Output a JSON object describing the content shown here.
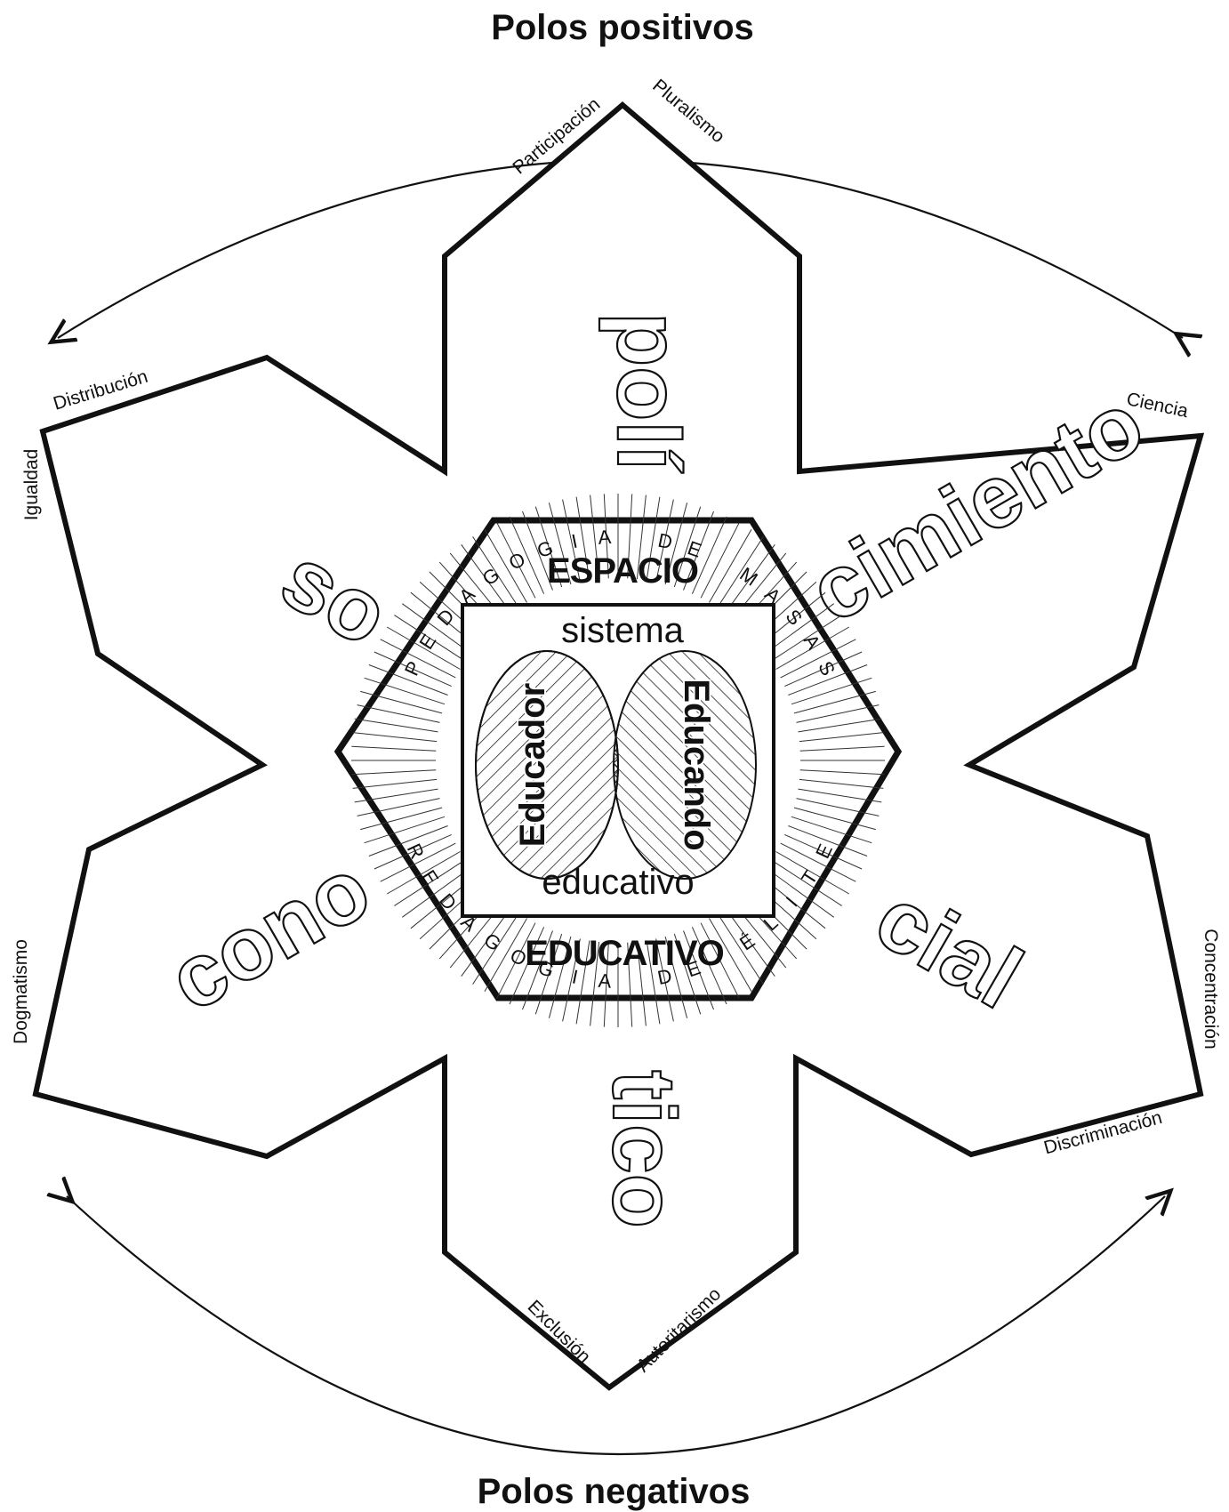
{
  "title_top": "Polos positivos",
  "title_bottom": "Polos negativos",
  "poles": {
    "participacion": "Participación",
    "pluralismo": "Pluralismo",
    "distribucion": "Distribución",
    "igualdad": "Igualdad",
    "ciencia": "Ciencia",
    "dogmatismo": "Dogmatismo",
    "concentracion": "Concentración",
    "discriminacion": "Discriminación",
    "exclusion": "Exclusión",
    "autoritarismo": "Autoritarismo"
  },
  "arm_words": {
    "poli": "polí",
    "tico": "tico",
    "so": "so",
    "cial": "cial",
    "cono": "cono",
    "cimiento": "cimiento"
  },
  "core": {
    "espacio": "ESPACIO",
    "educativo_upper": "EDUCATIVO",
    "sistema": "sistema",
    "educativo_lower": "educativo",
    "educador": "Educador",
    "educando": "Educando",
    "ring_top": "PEDAGOGIA DE MASAS",
    "ring_bottom": "REDAGOGIA DE ÉLITE"
  }
}
